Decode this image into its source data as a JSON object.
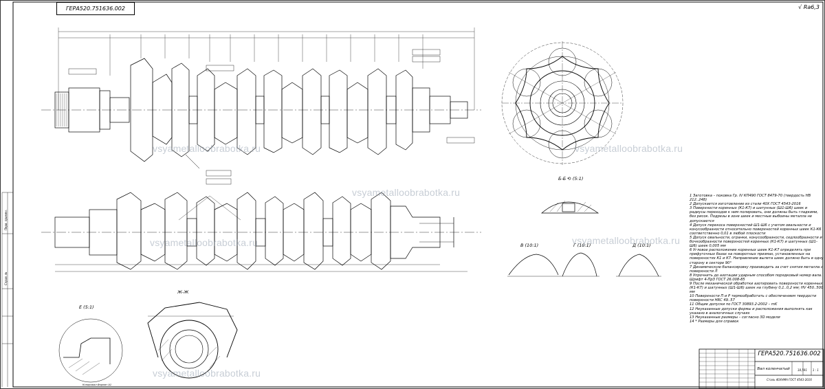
{
  "drawing": {
    "designation_top": "ГЕРА520.751636.002",
    "roughness": "Ra6,3",
    "designation": "ГЕРА520.751636.002",
    "part_name": "Вал коленчатый",
    "material": "Сталь 40ХНМА ГОСТ 4543-2016",
    "mass": "18,591",
    "scale": "1 : 1",
    "side_label_1": "Перв. примен.",
    "side_label_2": "Справ. №",
    "footer": "Копировал   Формат   A1"
  },
  "section_labels": {
    "bb": "Б-Б ⟲ (5:1)",
    "v": "В (10:1)",
    "g": "Г (10:1)",
    "d": "Д (10:1)",
    "e": "Е (5:1)",
    "zhzh": "Ж-Ж"
  },
  "watermarks": [
    "vsyametalloobrabotka.ru",
    "vsyametalloobrabotka.ru",
    "vsyametalloobrabotka.ru",
    "vsyametalloobrabotka.ru",
    "vsyametalloobrabotka.ru",
    "vsyametalloobrabotka.ru"
  ],
  "notes": [
    "1 Заготовка – поковка Гр. IV КП490 ГОСТ 8479-70 (твердость НВ 212..248)",
    "2 Допускается изготовление из стали 40Х ГОСТ 4543-2016",
    "3 Поверхности коренных (К1-К7) и шатунных (Ш1-Ш6) шеек и радиусы переходов к ним полировать, они должны быть гладкими, без рисок. Подрезы в зоне шеек и местные выбоины металла не допускаются",
    "4 Допуск перекоса поверхностей Ш1-Ш6 с учетом овальности и конусообразности относительно поверхностей коренных шеек К1-К6 соответственно 0,01 в любой плоскости",
    "5 Допуск овальности, огранки, конусообразности, седлообразности и бочкообразности поверхностей коренных (К1-К7) и шатунных (Ш1-Ш6) шеек 0,005 мм",
    "6 Угловое расположение коренных шеек К1-К7 определять при прифугочных базах на поворотных призмах, установленных на поверхностях К1 и К7. Направление вылета шеек должно быть в одну сторону в секторе 90°",
    "7 Динамическую балансировку производить за счет снятия металла с поверхности Л",
    "8 Упрочнить до азотации ударным способом порядковый номер вала. Шрифт 4-ПрЗ ГОСТ 26.008-85",
    "9 После механической обработки азотировать поверхности коренных (К1-К7) и шатунных (Ш1-Ш6) шеек на глубину 0,1..0,2 мм; HV 450..500 мм",
    "10 Поверхности П и Р термообработать с обеспечением твердости поверхности HRC 49..57",
    "11 Общие допуски по ГОСТ 30893.2-2002 – mK",
    "12 Неуказанные допуски формы и расположения выполнять как указано в аналогичных случаях",
    "13 Неуказанные размеры – согласно 3D модели",
    "14 * Размеры для справок"
  ]
}
